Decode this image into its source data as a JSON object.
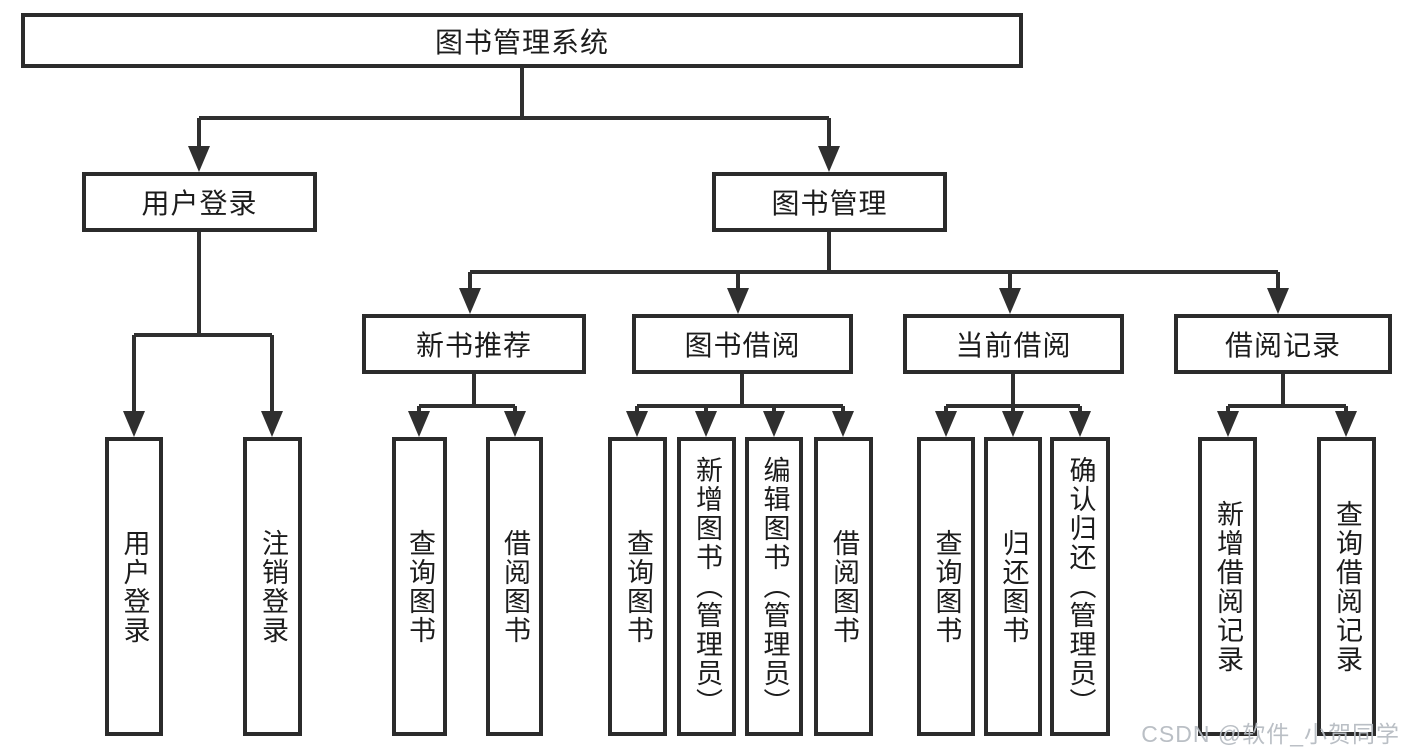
{
  "diagram": {
    "type": "hierarchy-tree",
    "root": {
      "label": "图书管理系统",
      "children": [
        {
          "label": "用户登录",
          "children": [
            {
              "label": "用户登录"
            },
            {
              "label": "注销登录"
            }
          ]
        },
        {
          "label": "图书管理",
          "children": [
            {
              "label": "新书推荐",
              "children": [
                {
                  "label": "查询图书"
                },
                {
                  "label": "借阅图书"
                }
              ]
            },
            {
              "label": "图书借阅",
              "children": [
                {
                  "label": "查询图书"
                },
                {
                  "label": "新增图书（管理员）"
                },
                {
                  "label": "编辑图书（管理员）"
                },
                {
                  "label": "借阅图书"
                }
              ]
            },
            {
              "label": "当前借阅",
              "children": [
                {
                  "label": "查询图书"
                },
                {
                  "label": "归还图书"
                },
                {
                  "label": "确认归还（管理员）"
                }
              ]
            },
            {
              "label": "借阅记录",
              "children": [
                {
                  "label": "新增借阅记录"
                },
                {
                  "label": "查询借阅记录"
                }
              ]
            }
          ]
        }
      ]
    },
    "colors": {
      "box_border": "#2b2b2b",
      "connector": "#2f2f2f",
      "box_fill": "#ffffff",
      "text": "#1c1c1c",
      "watermark": "#b6bcc2"
    }
  },
  "watermark": {
    "text": "CSDN @软件_小贺同学"
  }
}
